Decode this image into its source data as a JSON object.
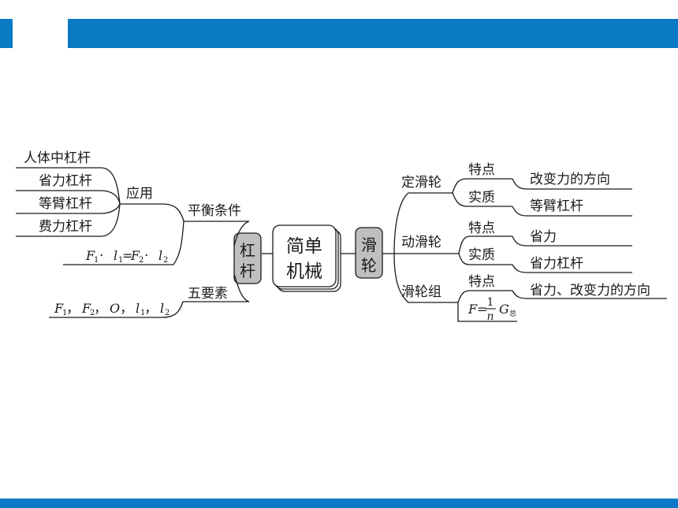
{
  "center": {
    "line1": "简单",
    "line2": "机械"
  },
  "lever": {
    "box": [
      "杠",
      "杆"
    ],
    "balance": {
      "label": "平衡条件",
      "formula": {
        "F1": "F",
        "s1": "1",
        "dot": "·",
        "l1": "l",
        "s2": "1",
        "eq": "=",
        "F2": "F",
        "s3": "2",
        "dot2": "·",
        "l2": "l",
        "s4": "2"
      },
      "application": {
        "label": "应用",
        "items": [
          "人体中杠杆",
          "省力杠杆",
          "等臂杠杆",
          "费力杠杆"
        ]
      }
    },
    "five_elements": {
      "label": "五要素",
      "items": {
        "f1": "F",
        "f1s": "1",
        "c1": "，",
        "f2": "F",
        "f2s": "2",
        "c2": "，",
        "o": "O",
        "c3": "，",
        "l1": "l",
        "l1s": "1",
        "c4": "，",
        "l2": "l",
        "l2s": "2"
      }
    }
  },
  "pulley": {
    "box": [
      "滑",
      "轮"
    ],
    "fixed": {
      "label": "定滑轮",
      "feature": {
        "label": "特点",
        "value": "改变力的方向"
      },
      "essence": {
        "label": "实质",
        "value": "等臂杠杆"
      }
    },
    "movable": {
      "label": "动滑轮",
      "feature": {
        "label": "特点",
        "value": "省力"
      },
      "essence": {
        "label": "实质",
        "value": "省力杠杆"
      }
    },
    "block": {
      "label": "滑轮组",
      "feature": {
        "label": "特点",
        "value": "省力、改变力的方向"
      },
      "formula": {
        "F": "F",
        "eq": "=",
        "num": "1",
        "den": "n",
        "G": "G",
        "sub": "总"
      }
    }
  }
}
